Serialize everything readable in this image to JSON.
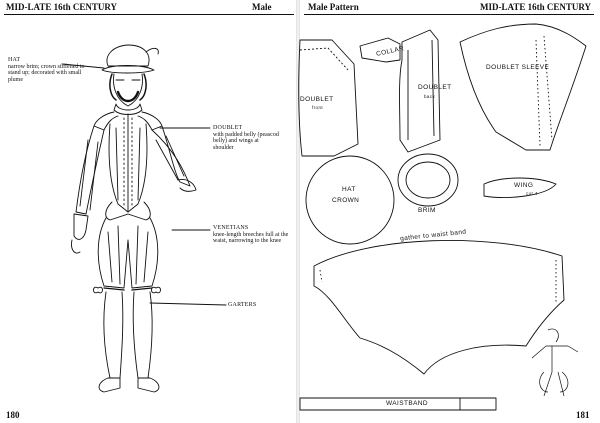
{
  "left_page": {
    "running_head_left": "MID-LATE 16th CENTURY",
    "running_head_right": "Male",
    "page_number": "180",
    "callouts": [
      {
        "title": "HAT",
        "desc": "narrow brim; crown stiffened to stand up; decorated with small plume"
      },
      {
        "title": "DOUBLET",
        "desc": "with padded belly (peascod belly) and wings at shoulder"
      },
      {
        "title": "VENETIANS",
        "desc": "knee-length breeches full at the waist, narrowing to the knee"
      },
      {
        "title": "GARTERS",
        "desc": ""
      }
    ]
  },
  "right_page": {
    "running_head_left": "Male Pattern",
    "running_head_right": "MID-LATE 16th CENTURY",
    "page_number": "181",
    "pieces": {
      "collar": "COLLAR",
      "doublet_front_1": "DOUBLET",
      "doublet_front_2": "front",
      "doublet_back_1": "DOUBLET",
      "doublet_back_2": "back",
      "doublet_sleeve": "DOUBLET SLEEVE",
      "hat_crown_1": "HAT",
      "hat_crown_2": "CROWN",
      "brim": "BRIM",
      "wing_1": "WING",
      "wing_2": "cut 4",
      "gather": "gather to waist band",
      "waistband": "WAISTBAND"
    }
  }
}
